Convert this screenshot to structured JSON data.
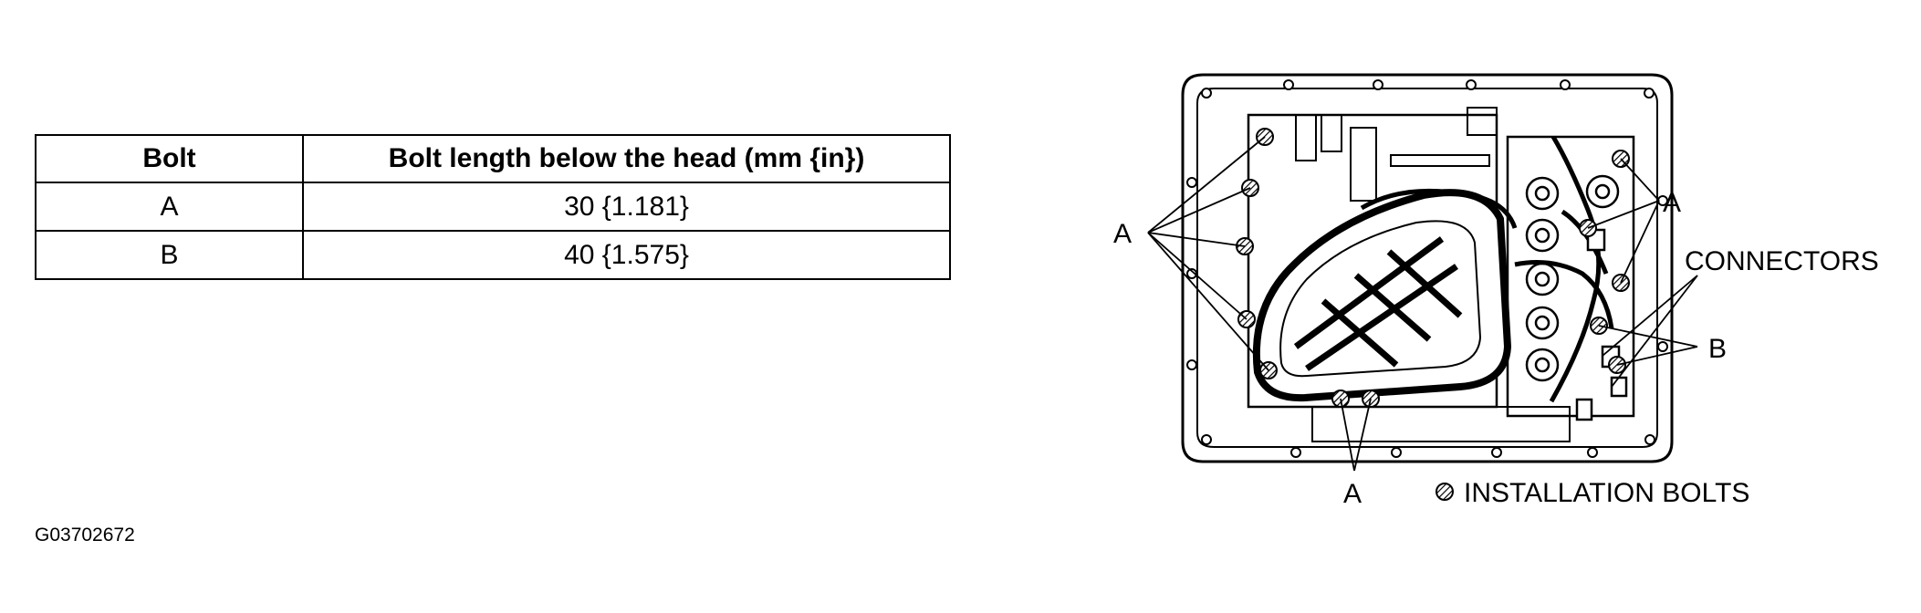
{
  "table": {
    "headers": [
      "Bolt",
      "Bolt length below the head (mm {in})"
    ],
    "rows": [
      [
        "A",
        "30 {1.181}"
      ],
      [
        "B",
        "40 {1.575}"
      ]
    ]
  },
  "figure_id": "G03702672",
  "diagram": {
    "labels": {
      "a_left": "A",
      "a_right": "A",
      "a_bottom": "A",
      "connectors": "CONNECTORS",
      "b": "B",
      "legend": "INSTALLATION BOLTS"
    }
  }
}
